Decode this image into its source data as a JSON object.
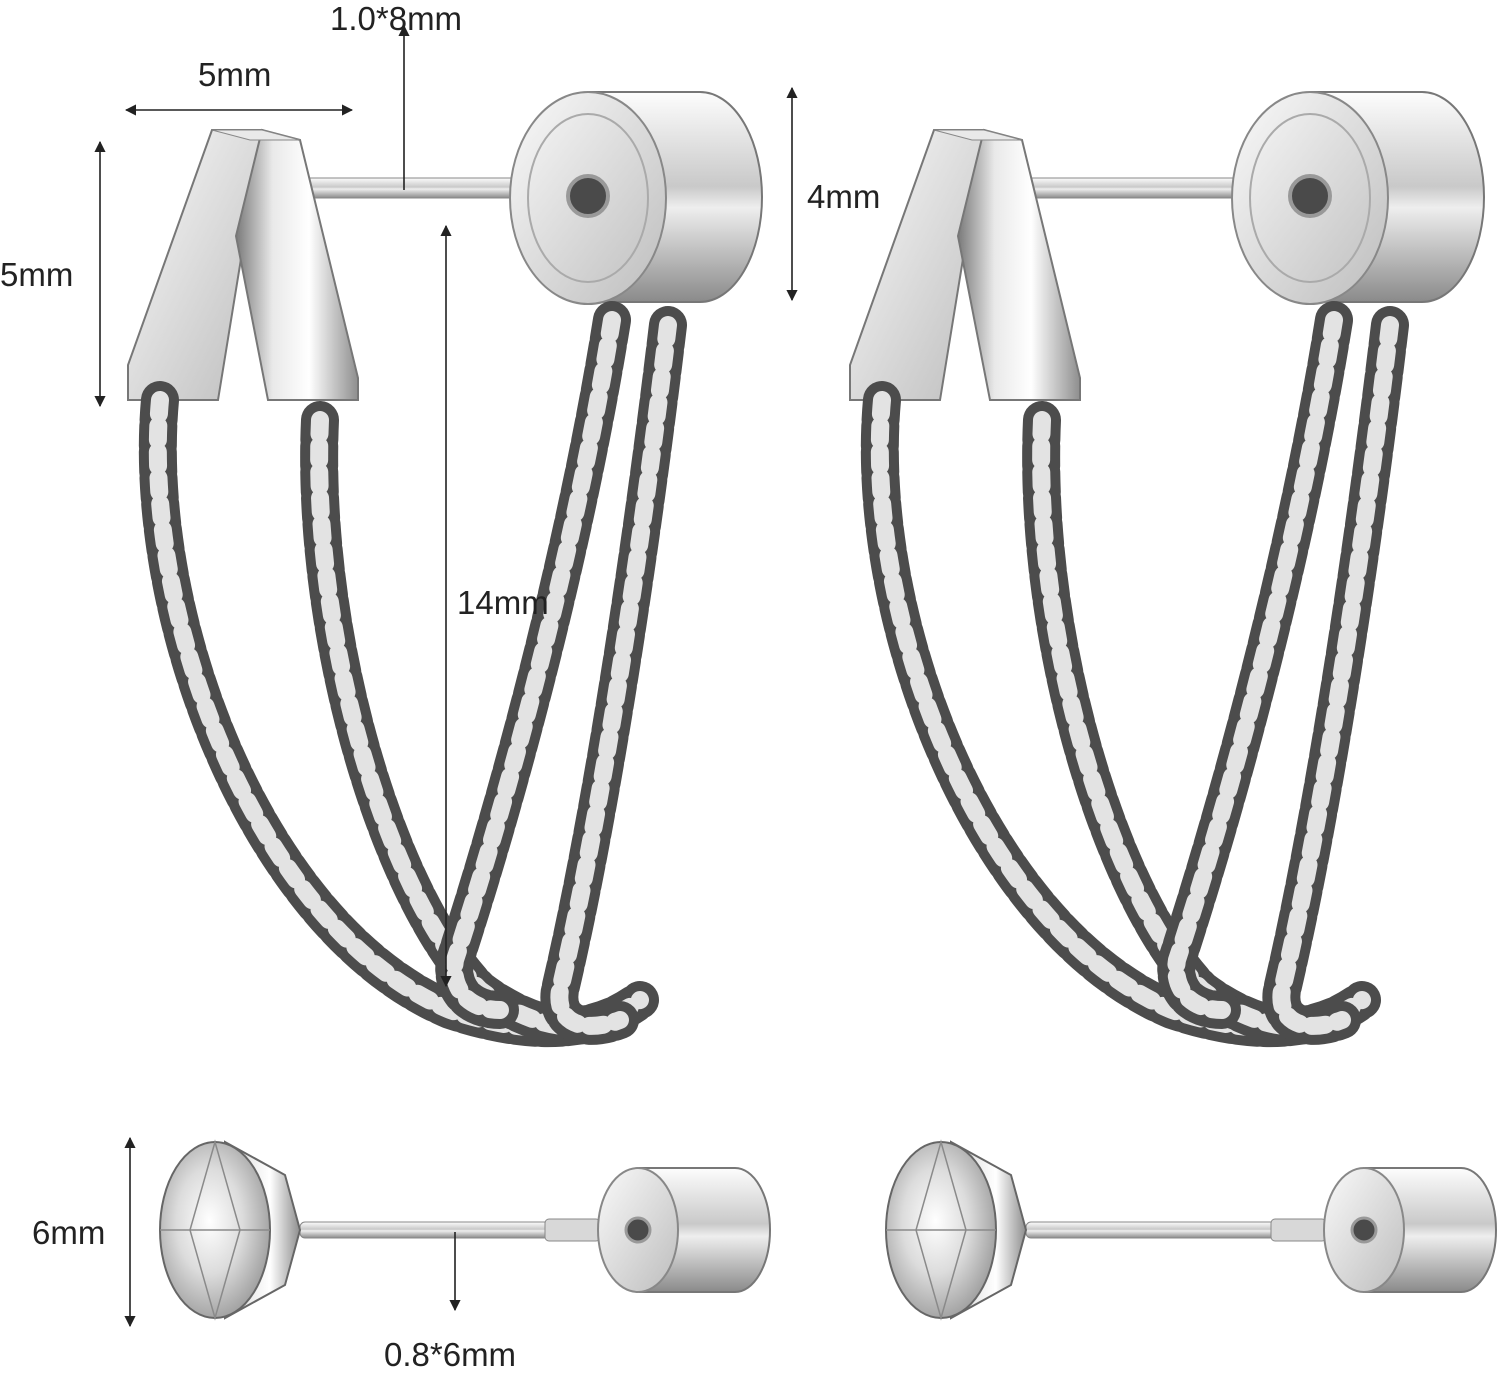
{
  "colors": {
    "background": "#ffffff",
    "metal_light": "#f4f4f4",
    "metal_mid": "#b9b9b9",
    "metal_dark": "#5a5a5a",
    "dimension_line": "#222222"
  },
  "dimensions": {
    "pin_top": "1.0*8mm",
    "v_width": "5mm",
    "v_height": "5mm",
    "back_height": "4mm",
    "chain_length": "14mm",
    "stud_height": "6mm",
    "stud_pin": "0.8*6mm"
  },
  "icons": {
    "v_charm": "v-shaped-bar-icon",
    "screw_back": "cylinder-screw-back-icon",
    "chain": "box-chain-icon",
    "gem": "round-cubic-zirconia-icon"
  }
}
